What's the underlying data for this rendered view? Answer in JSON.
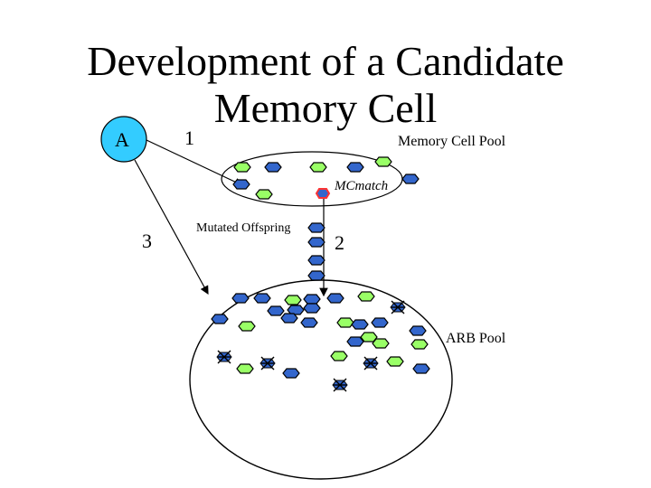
{
  "title": {
    "line1": "Development of a Candidate",
    "line2": "Memory Cell"
  },
  "labels": {
    "antigen": "A",
    "step1": "1",
    "step2": "2",
    "step3": "3",
    "memory_cell_pool": "Memory Cell Pool",
    "mc_match": "MCmatch",
    "mutated_offspring": "Mutated Offspring",
    "arb_pool": "ARB Pool"
  },
  "colors": {
    "antigen_fill": "#33ccff",
    "blue_cell": "#3366cc",
    "green_cell": "#99ff66",
    "match_cell": "#3366cc",
    "match_outline": "#ff3333"
  },
  "icons": {
    "cell": "hexagon-icon",
    "dead_cell": "crossed-hexagon-icon"
  }
}
